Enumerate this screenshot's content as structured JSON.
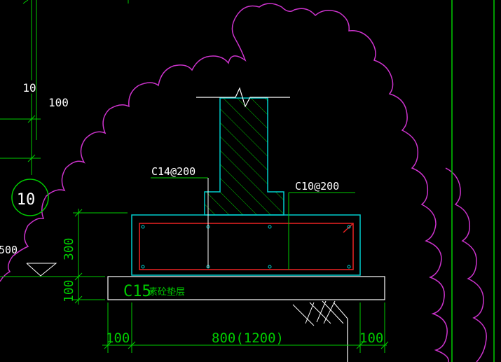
{
  "drawing": {
    "colors": {
      "background": "#000000",
      "cloud": "#cc33cc",
      "dimension": "#00cc00",
      "concrete": "#00cccc",
      "rebar": "#ee2222",
      "white": "#ffffff",
      "leader": "#00cc00"
    },
    "grid_bubble_small": "10",
    "grid_bubble_large": "10",
    "left_dim_100": "100",
    "left_500": "500",
    "rebar_label_left": "C14@200",
    "rebar_label_right": "C10@200",
    "dim_300": "300",
    "dim_100_vertical": "100",
    "blinding_layer_grade": "C15",
    "blinding_layer_text": "素砼垫层",
    "dim_bottom_left": "100",
    "dim_bottom_center": "800(1200)",
    "dim_bottom_right": "100"
  }
}
